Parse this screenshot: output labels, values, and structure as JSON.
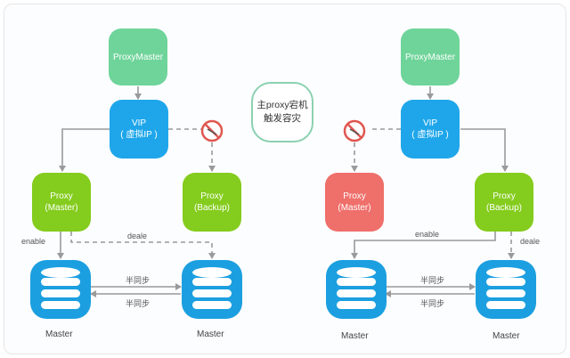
{
  "left": {
    "proxymaster": "ProxyMaster",
    "vip_l1": "VIP",
    "vip_l2": "( 虚拟IP )",
    "proxy_master_l1": "Proxy",
    "proxy_master_l2": "(Master)",
    "proxy_backup_l1": "Proxy",
    "proxy_backup_l2": "(Backup)",
    "enable": "enable",
    "disable": "deale",
    "sync_top": "半同步",
    "sync_bottom": "半同步",
    "db_left": "Master",
    "db_right": "Master"
  },
  "note": {
    "line1": "主proxy宕机",
    "line2": "触发容灾"
  },
  "right": {
    "proxymaster": "ProxyMaster",
    "vip_l1": "VIP",
    "vip_l2": "( 虚拟IP )",
    "proxy_master_l1": "Proxy",
    "proxy_master_l2": "(Master)",
    "proxy_backup_l1": "Proxy",
    "proxy_backup_l2": "(Backup)",
    "enable": "enable",
    "disable": "deale",
    "sync_top": "半同步",
    "sync_bottom": "半同步",
    "db_left": "Master",
    "db_right": "Master"
  },
  "colors": {
    "proxymaster": "#6fd49a",
    "vip": "#1fa6ea",
    "proxy": "#84cc1d",
    "proxy_failed": "#ef6f6a",
    "database": "#1c9fe0",
    "prohibit": "#e0564f"
  }
}
